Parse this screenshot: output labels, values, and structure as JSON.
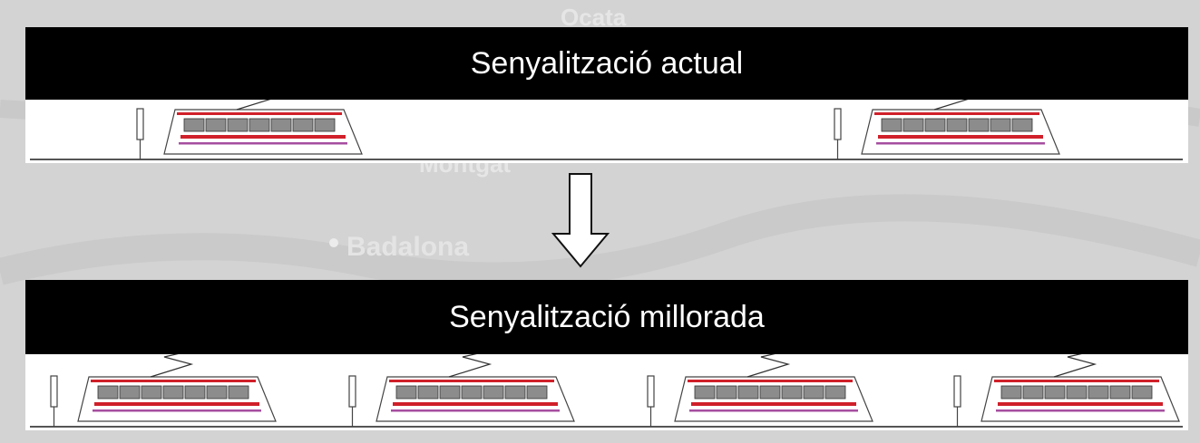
{
  "background_labels": {
    "ocata": "Ocata",
    "montgat": "Montgat",
    "badalona": "Badalona"
  },
  "diagram": {
    "current_label": "Senyalització actual",
    "improved_label": "Senyalització millorada",
    "current_tram_count": 2,
    "improved_tram_count": 4
  },
  "colors": {
    "band": "#000000",
    "band_text": "#ffffff",
    "tram_red": "#d0202a",
    "tram_purple": "#a64ea0",
    "tram_window": "#8c8c8c",
    "outline": "#444444"
  }
}
